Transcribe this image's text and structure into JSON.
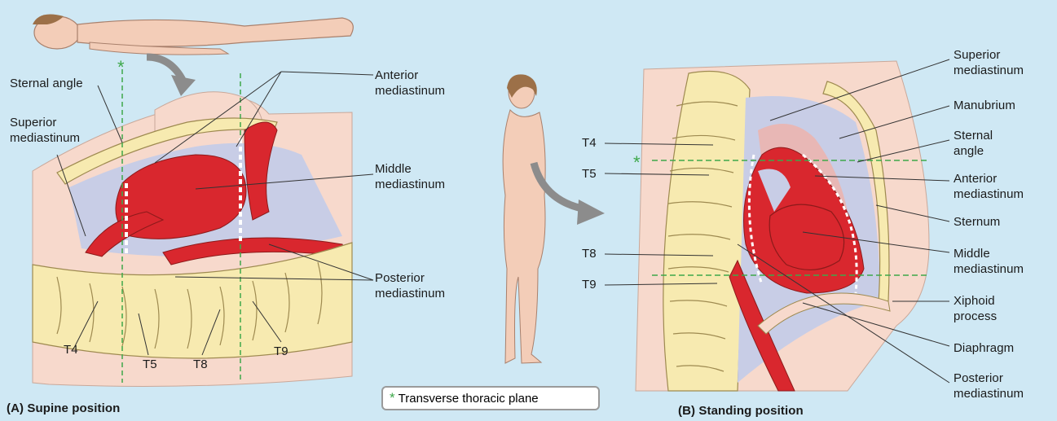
{
  "panels": {
    "a": {
      "caption": "(A) Supine position",
      "labels": {
        "sternal_angle": "Sternal angle",
        "superior_mediastinum": "Superior\nmediastinum",
        "anterior_mediastinum": "Anterior\nmediastinum",
        "middle_mediastinum": "Middle\nmediastinum",
        "posterior_mediastinum": "Posterior\nmediastinum",
        "t4": "T4",
        "t5": "T5",
        "t8": "T8",
        "t9": "T9"
      }
    },
    "b": {
      "caption": "(B) Standing position",
      "labels": {
        "superior_mediastinum": "Superior\nmediastinum",
        "manubrium": "Manubrium",
        "sternal_angle": "Sternal\nangle",
        "anterior_mediastinum": "Anterior\nmediastinum",
        "sternum": "Sternum",
        "middle_mediastinum": "Middle\nmediastinum",
        "xiphoid_process": "Xiphoid\nprocess",
        "diaphragm": "Diaphragm",
        "posterior_mediastinum": "Posterior\nmediastinum",
        "t4": "T4",
        "t5": "T5",
        "t8": "T8",
        "t9": "T9"
      }
    }
  },
  "legend": {
    "symbol": "*",
    "text": "Transverse thoracic plane"
  },
  "colors": {
    "background": "#cfe8f4",
    "skin": "#f7d9cc",
    "heart": "#d9272e",
    "bone": "#f7eab0",
    "mediastinum_space": "#c8cde6",
    "plane_line": "#3ea84a"
  }
}
